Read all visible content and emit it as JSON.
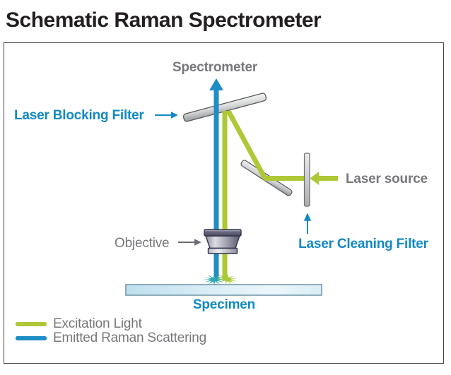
{
  "title": "Schematic Raman Spectrometer",
  "colors": {
    "beam_green": "#aec836",
    "beam_blue": "#1e8ec6",
    "label_blue": "#1189c5",
    "label_gray": "#77787b",
    "callout_gray": "#6d6e71",
    "title_color": "#231f20",
    "box_border": "#454547"
  },
  "diagram": {
    "labels": {
      "spectrometer": "Spectrometer",
      "laser_blocking_filter": "Laser Blocking Filter",
      "laser_source": "Laser source",
      "laser_cleaning_filter": "Laser Cleaning Filter",
      "objective": "Objective",
      "specimen": "Specimen"
    },
    "components": [
      "laser-blocking-filter-plate",
      "fold-mirror-plate",
      "laser-cleaning-filter-plate",
      "objective-lens",
      "specimen-slide",
      "scatter-starburst"
    ]
  },
  "legend": {
    "items": [
      {
        "label": "Excitation Light",
        "color": "#aec836"
      },
      {
        "label": "Emitted Raman Scattering",
        "color": "#1e8ec6"
      }
    ]
  }
}
